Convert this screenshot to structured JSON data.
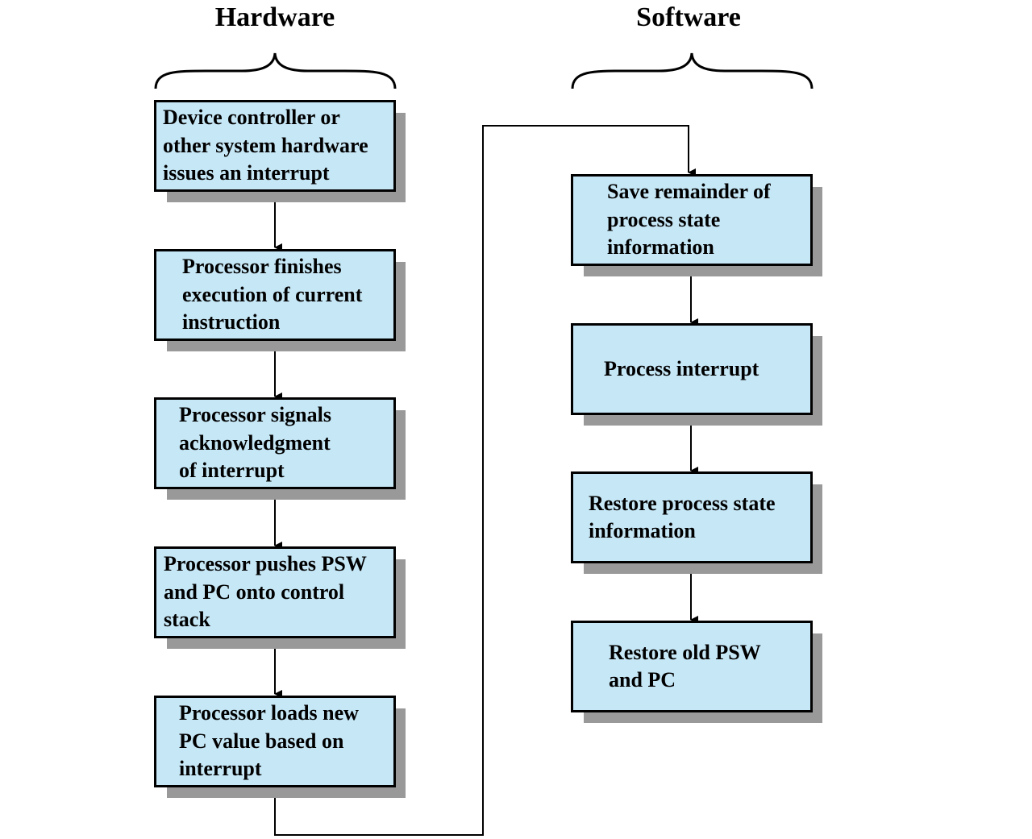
{
  "headings": {
    "hardware": "Hardware",
    "software": "Software"
  },
  "hardware_steps": [
    {
      "line1": "Device controller or",
      "line2": "other system hardware",
      "line3": "issues an interrupt"
    },
    {
      "line1": "Processor finishes",
      "line2": "execution of current",
      "line3": "instruction"
    },
    {
      "line1": "Processor signals",
      "line2": "acknowledgment",
      "line3": "of interrupt"
    },
    {
      "line1": "Processor pushes PSW",
      "line2": "and PC onto control",
      "line3": "stack"
    },
    {
      "line1": "Processor loads new",
      "line2": "PC value based on",
      "line3": "interrupt"
    }
  ],
  "software_steps": [
    {
      "line1": "Save remainder of",
      "line2": "process state",
      "line3": "information"
    },
    {
      "line1": "Process interrupt"
    },
    {
      "line1": "Restore process state",
      "line2": "information"
    },
    {
      "line1": "Restore old PSW",
      "line2": "and PC"
    }
  ],
  "colors": {
    "box_fill": "#c6e7f6",
    "box_border": "#000000",
    "shadow": "#999999"
  }
}
